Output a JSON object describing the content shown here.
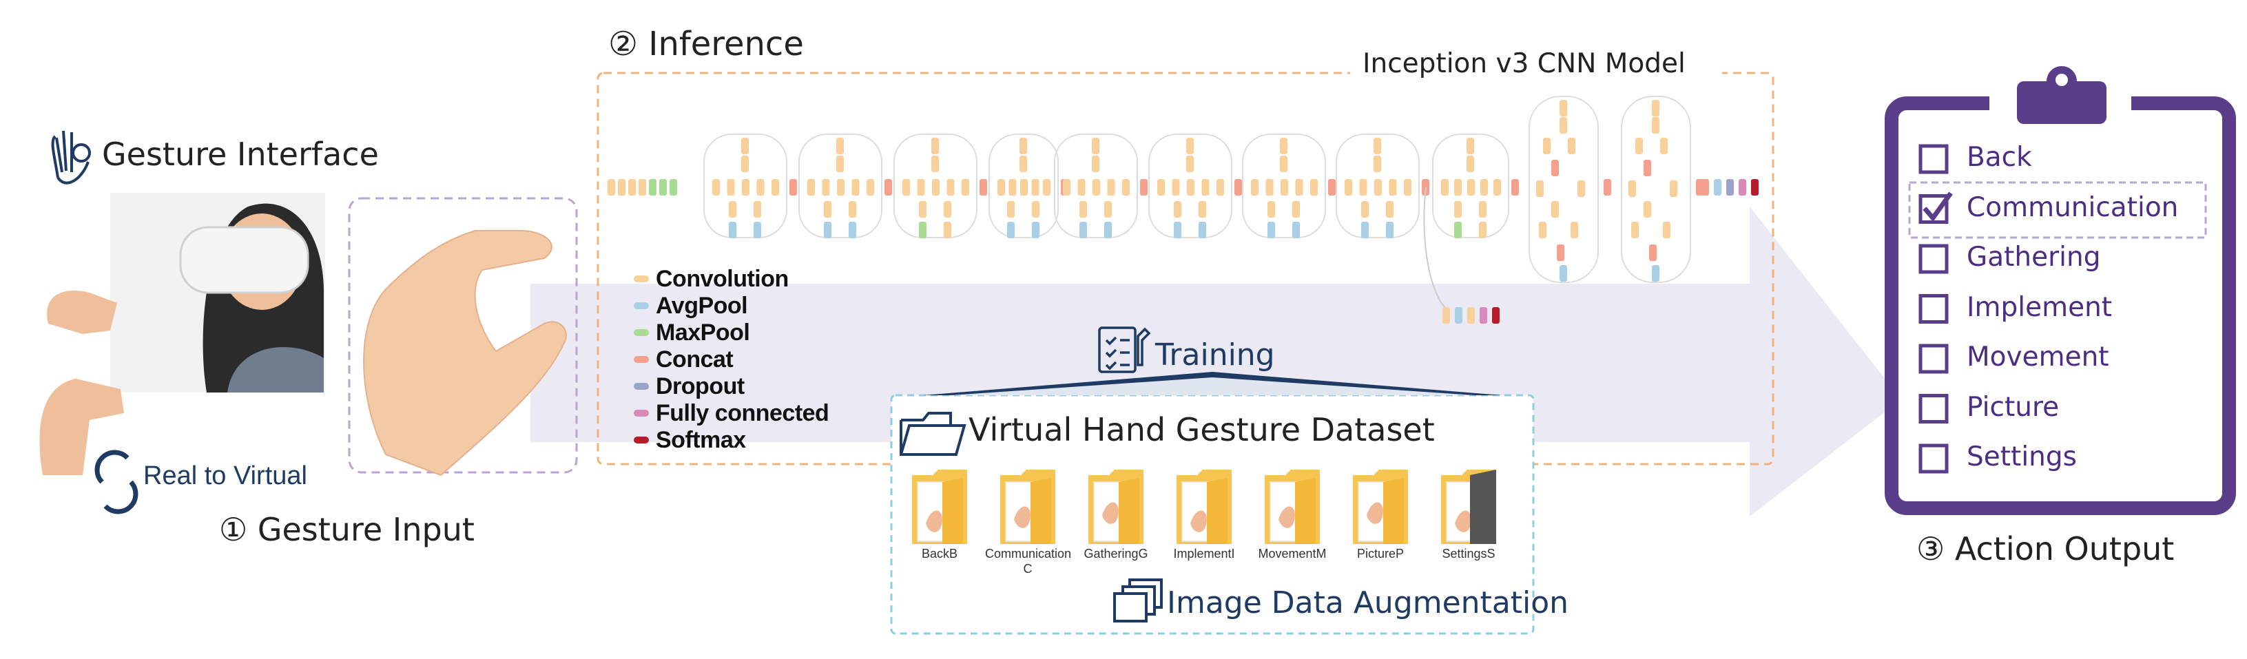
{
  "gesture_interface": {
    "title": "Gesture Interface",
    "real_to_virtual": "Real to Virtual",
    "step_label": "① Gesture Input"
  },
  "inference": {
    "step_label": "② Inference",
    "model_name": "Inception v3 CNN Model"
  },
  "legend": [
    {
      "label": "Convolution",
      "color": "#f9d09a"
    },
    {
      "label": "AvgPool",
      "color": "#a9cfe6"
    },
    {
      "label": "MaxPool",
      "color": "#a8dc93"
    },
    {
      "label": "Concat",
      "color": "#f5a08c"
    },
    {
      "label": "Dropout",
      "color": "#9ba3c9"
    },
    {
      "label": "Fully connected",
      "color": "#d98ab9"
    },
    {
      "label": "Softmax",
      "color": "#b71c2b"
    }
  ],
  "training": {
    "label": "Training"
  },
  "dataset": {
    "title": "Virtual Hand Gesture Dataset",
    "augmentation": "Image Data Augmentation",
    "folders": [
      "BackB",
      "Communication C",
      "GatheringG",
      "ImplementI",
      "MovementM",
      "PictureP",
      "SettingsS"
    ]
  },
  "action_output": {
    "step_label": "③ Action Output",
    "items": [
      {
        "label": "Back",
        "checked": false
      },
      {
        "label": "Communication",
        "checked": true
      },
      {
        "label": "Gathering",
        "checked": false
      },
      {
        "label": "Implement",
        "checked": false
      },
      {
        "label": "Movement",
        "checked": false
      },
      {
        "label": "Picture",
        "checked": false
      },
      {
        "label": "Settings",
        "checked": false
      }
    ]
  },
  "colors": {
    "purple": "#5a3e8a",
    "navy": "#1f3b63",
    "orange_dash": "#f1b37a",
    "teal_dash": "#8fcde0",
    "lavender_dash": "#b7a5d6",
    "arrow": "#ebe9f3"
  }
}
